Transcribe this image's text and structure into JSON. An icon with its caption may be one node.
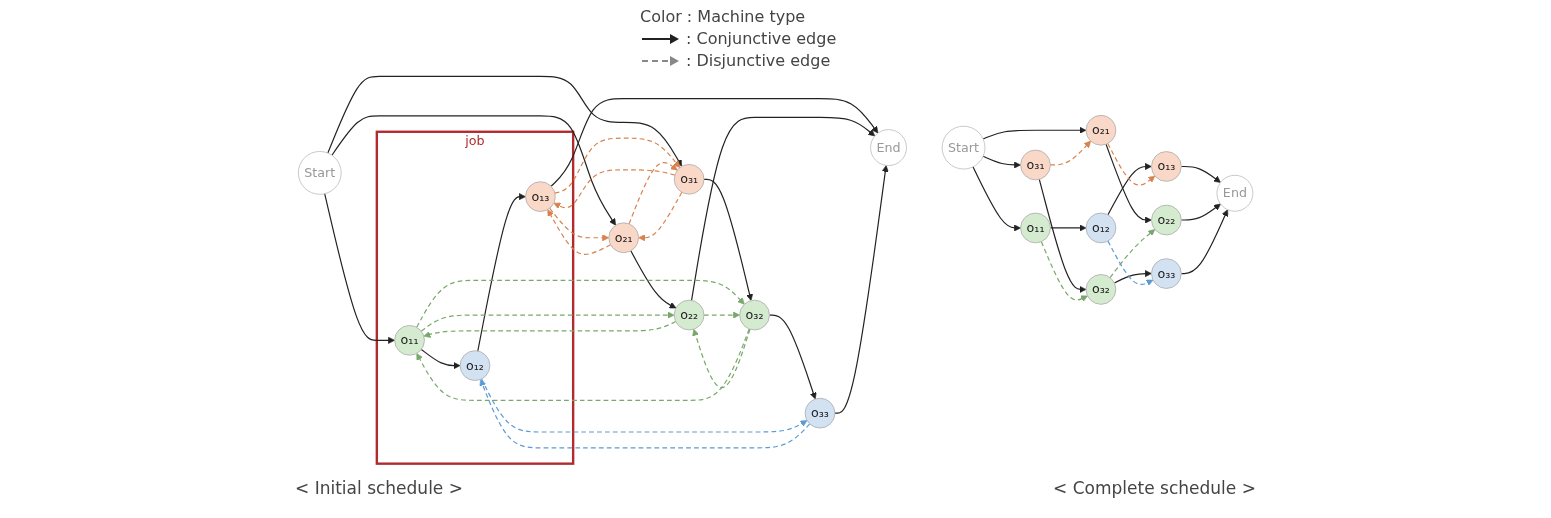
{
  "diagram": {
    "nodes": [
      {
        "text": [
          "job"
        ]
      },
      {
        "text": [
          "o₁₁"
        ],
        "in": 0
      },
      {
        "text": [
          "o₁₂"
        ],
        "in": 0
      },
      {
        "text": [
          "o₁₃"
        ],
        "in": 0
      },
      {
        "text": [
          "Start"
        ]
      },
      {
        "text": [
          "o₂₁"
        ]
      },
      {
        "text": [
          "o₂₂"
        ]
      },
      {
        "text": [
          "End"
        ]
      },
      {
        "text": [
          "o₃₁"
        ]
      },
      {
        "text": [
          "o₃₂"
        ]
      },
      {
        "text": [
          "o₃₃"
        ]
      },
      {
        "text": [
          "o₁₁"
        ]
      },
      {
        "text": [
          "o₁₂"
        ]
      },
      {
        "text": [
          "o₁₃"
        ]
      },
      {
        "text": [
          "Start"
        ]
      },
      {
        "text": [
          "o₂₁"
        ]
      },
      {
        "text": [
          "o₂₂"
        ]
      },
      {
        "text": [
          "End"
        ]
      },
      {
        "text": [
          "o₃₁"
        ]
      },
      {
        "text": [
          "o₃₂"
        ]
      },
      {
        "text": [
          "o₃₃"
        ]
      }
    ],
    "edges": [
      {
        "from": 4,
        "to": 1,
        "arrow": "to"
      },
      {
        "from": 4,
        "to": 5,
        "arrow": "to"
      },
      {
        "from": 4,
        "to": 8,
        "arrow": "to"
      },
      {
        "from": 1,
        "to": 2,
        "arrow": "to"
      },
      {
        "from": 2,
        "to": 3,
        "arrow": "to"
      },
      {
        "from": 5,
        "to": 6,
        "arrow": "to"
      },
      {
        "from": 8,
        "to": 9,
        "arrow": "to"
      },
      {
        "from": 9,
        "to": 10,
        "arrow": "to"
      },
      {
        "from": 3,
        "to": 7,
        "arrow": "to"
      },
      {
        "from": 6,
        "to": 7,
        "arrow": "to"
      },
      {
        "from": 10,
        "to": 7,
        "arrow": "to"
      },
      {
        "from": 1,
        "to": 6,
        "arrow": "to",
        "style": "dashed",
        "color": "#78a86a"
      },
      {
        "from": 6,
        "to": 1,
        "arrow": "to",
        "style": "dashed",
        "color": "#78a86a"
      },
      {
        "from": 1,
        "to": 9,
        "arrow": "to",
        "style": "dashed",
        "color": "#78a86a"
      },
      {
        "from": 9,
        "to": 1,
        "arrow": "to",
        "style": "dashed",
        "color": "#78a86a"
      },
      {
        "from": 6,
        "to": 9,
        "arrow": "to",
        "style": "dashed",
        "color": "#78a86a"
      },
      {
        "from": 9,
        "to": 6,
        "arrow": "to",
        "style": "dashed",
        "color": "#78a86a"
      },
      {
        "from": 3,
        "to": 5,
        "arrow": "to",
        "style": "dashed",
        "color": "#d9824e"
      },
      {
        "from": 5,
        "to": 3,
        "arrow": "to",
        "style": "dashed",
        "color": "#d9824e"
      },
      {
        "from": 3,
        "to": 8,
        "arrow": "to",
        "style": "dashed",
        "color": "#d9824e"
      },
      {
        "from": 8,
        "to": 3,
        "arrow": "to",
        "style": "dashed",
        "color": "#d9824e"
      },
      {
        "from": 5,
        "to": 8,
        "arrow": "to",
        "style": "dashed",
        "color": "#d9824e"
      },
      {
        "from": 8,
        "to": 5,
        "arrow": "to",
        "style": "dashed",
        "color": "#d9824e"
      },
      {
        "from": 2,
        "to": 10,
        "arrow": "to",
        "style": "dashed",
        "color": "#5b9bd5"
      },
      {
        "from": 10,
        "to": 2,
        "arrow": "to",
        "style": "dashed",
        "color": "#5b9bd5"
      },
      {
        "from": 14,
        "to": 11,
        "arrow": "to"
      },
      {
        "from": 14,
        "to": 15,
        "arrow": "to"
      },
      {
        "from": 14,
        "to": 18,
        "arrow": "to"
      },
      {
        "from": 11,
        "to": 12,
        "arrow": "to"
      },
      {
        "from": 12,
        "to": 13,
        "arrow": "to"
      },
      {
        "from": 15,
        "to": 16,
        "arrow": "to"
      },
      {
        "from": 18,
        "to": 19,
        "arrow": "to"
      },
      {
        "from": 19,
        "to": 20,
        "arrow": "to"
      },
      {
        "from": 13,
        "to": 17,
        "arrow": "to"
      },
      {
        "from": 16,
        "to": 17,
        "arrow": "to"
      },
      {
        "from": 20,
        "to": 17,
        "arrow": "to"
      },
      {
        "from": 11,
        "to": 19,
        "arrow": "to",
        "style": "dashed",
        "color": "#78a86a"
      },
      {
        "from": 15,
        "to": 13,
        "arrow": "to",
        "style": "dashed",
        "color": "#d9824e"
      },
      {
        "from": 12,
        "to": 20,
        "arrow": "to",
        "style": "dashed",
        "color": "#5b9bd5"
      },
      {
        "from": 18,
        "to": 15,
        "arrow": "to",
        "style": "dashed",
        "color": "#d9824e"
      },
      {
        "from": 19,
        "to": 16,
        "arrow": "to",
        "style": "dashed",
        "color": "#78a86a"
      }
    ],
    "labels": [
      "Color : Machine type",
      "< Initial schedule >",
      "< Complete schedule >"
    ],
    "legend": [
      {
        "text": ": Conjunctive edge"
      },
      {
        "text": ": Disjunctive edge"
      }
    ]
  }
}
